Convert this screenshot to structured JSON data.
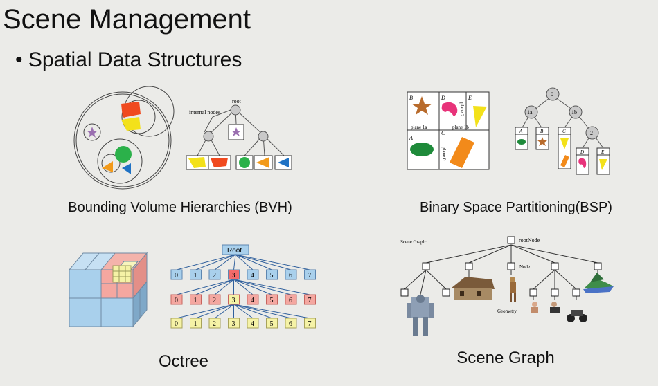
{
  "slide": {
    "title": "Scene Management",
    "bullet": "• Spatial Data Structures"
  },
  "bvh": {
    "caption": "Bounding Volume Hierarchies (BVH)",
    "root_label": "root",
    "internal_label": "internal nodes"
  },
  "bsp": {
    "caption": "Binary Space Partitioning(BSP)",
    "regions": {
      "a": "A",
      "b": "B",
      "c": "C",
      "d": "D",
      "e": "E"
    },
    "planes": {
      "p1a": "plane 1a",
      "p1b": "plane 1b",
      "p0": "plane 0",
      "p2": "plane 2"
    },
    "tree": {
      "n0": "0",
      "n1a": "1a",
      "n1b": "1b",
      "n2": "2"
    }
  },
  "octree": {
    "caption": "Octree",
    "root_label": "Root",
    "labels": [
      "0",
      "1",
      "2",
      "3",
      "4",
      "5",
      "6",
      "7"
    ]
  },
  "scene_graph": {
    "caption": "Scene Graph",
    "header": "Scene Graph:",
    "root_label": "rootNode",
    "node_label": "Node",
    "geometry_label": "Geometry"
  },
  "colors": {
    "background": "#ebebe8",
    "yellow": "#f3e11a",
    "orange": "#f27a1a",
    "red": "#e63b1f",
    "green": "#2bb14a",
    "blue": "#1f72c4",
    "purple": "#9a6fb0",
    "octree_blue": "#a9d0ec",
    "octree_red": "#f4a7a0",
    "octree_yellow": "#f5f2a6"
  }
}
